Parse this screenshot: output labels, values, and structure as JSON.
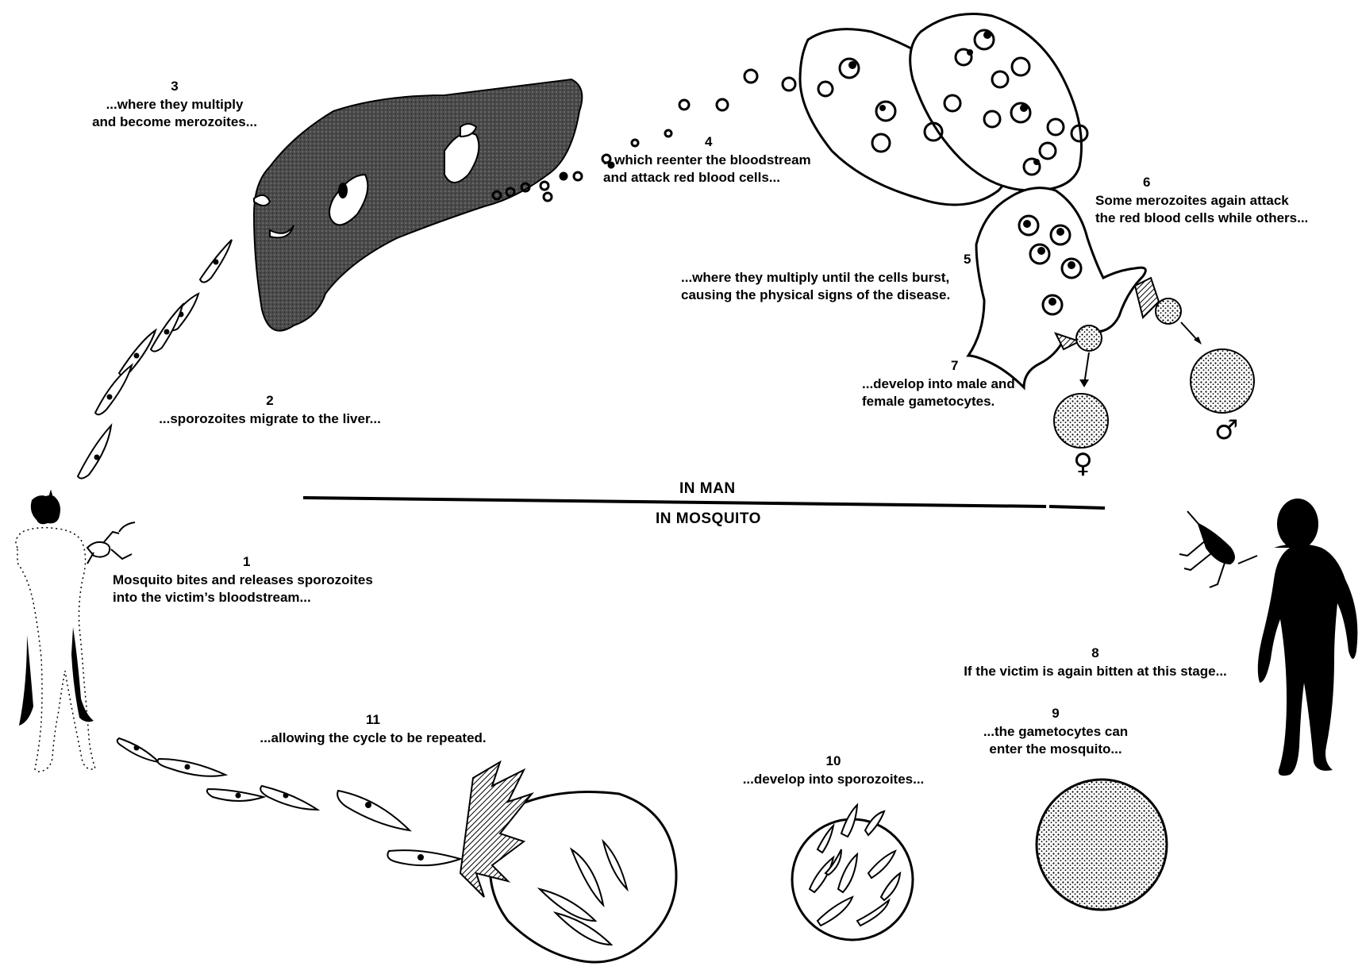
{
  "divider": {
    "top_label": "IN MAN",
    "bottom_label": "IN MOSQUITO"
  },
  "steps": [
    {
      "id": "1",
      "number": "1",
      "text": "Mosquito bites and releases sporozoites\ninto the victim’s bloodstream..."
    },
    {
      "id": "2",
      "number": "2",
      "text": "...sporozoites migrate to the liver..."
    },
    {
      "id": "3",
      "number": "3",
      "text": "...where they multiply\nand become merozoites..."
    },
    {
      "id": "4",
      "number": "4",
      "text": "...which reenter the bloodstream\nand attack red blood cells..."
    },
    {
      "id": "5",
      "number": "5",
      "text": "...where they multiply until the cells burst,\ncausing the physical signs of the disease."
    },
    {
      "id": "6",
      "number": "6",
      "text": "Some merozoites again attack\nthe red blood cells while others..."
    },
    {
      "id": "7",
      "number": "7",
      "text": "...develop into male and\nfemale gametocytes."
    },
    {
      "id": "8",
      "number": "8",
      "text": "If the victim is again bitten at this stage..."
    },
    {
      "id": "9",
      "number": "9",
      "text": "...the gametocytes can\nenter the mosquito..."
    },
    {
      "id": "10",
      "number": "10",
      "text": "...develop into sporozoites..."
    },
    {
      "id": "11",
      "number": "11",
      "text": "...allowing the cycle to be repeated."
    }
  ],
  "symbols": {
    "female": "♀",
    "male": "♂"
  }
}
